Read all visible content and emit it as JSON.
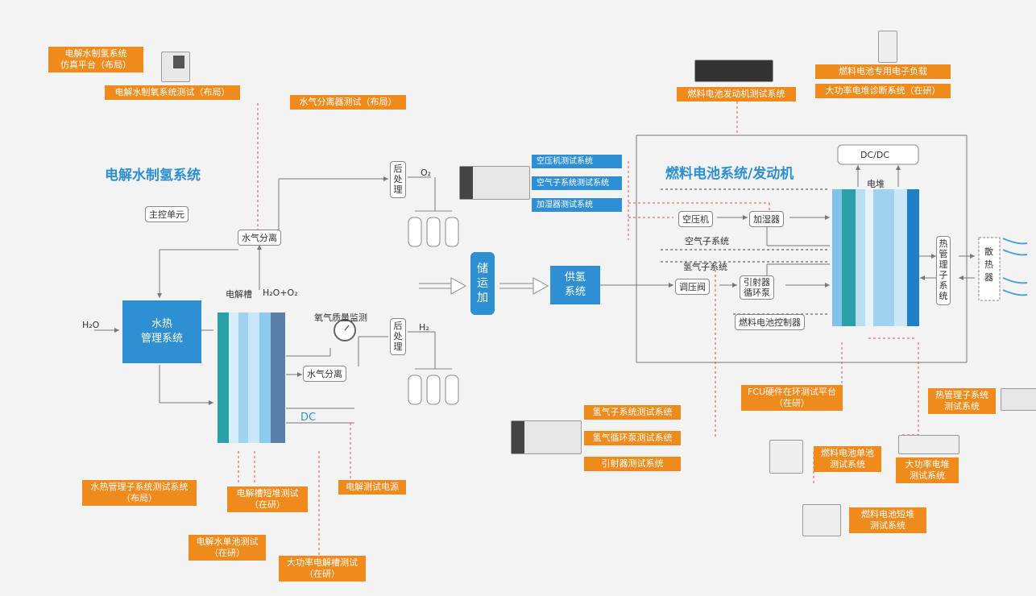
{
  "titles": {
    "electrolysis": "电解水制氢系统",
    "fuel_cell": "燃料电池系统/发动机"
  },
  "electrolysis": {
    "main_control": "主控单元",
    "water_gas_sep_top": "水气分离",
    "water_gas_sep_bottom": "水气分离",
    "electrolyzer_label": "电解槽",
    "h2o_o2": "H₂O+O₂",
    "thermal_box": "水热\n管理系统",
    "h2o_in": "H₂O",
    "post_top": "后\n处\n理",
    "post_bottom": "后\n处\n理",
    "o2": "O₂",
    "h2": "H₂",
    "o2_monitor": "氧气质量监测",
    "dc": "DC"
  },
  "storage": {
    "storage_box": "储\n运\n加",
    "supply_box": "供氢\n系统"
  },
  "fuel_cell": {
    "dcdc": "DC/DC",
    "stack": "电堆",
    "air_compressor": "空压机",
    "humidifier": "加湿器",
    "air_subsystem": "空气子系统",
    "hydrogen_subsystem": "氢气子系统",
    "pressure_valve": "调压阀",
    "ejector_pump": "引射器\n循环泵",
    "controller": "燃料电池控制器",
    "thermal_subsystem": "热\n管\n理\n子\n系\n统",
    "radiator": "散\n热\n器"
  },
  "orange_labels": {
    "sim_platform": "电解水制氢系统\n仿真平台（布局）",
    "electrolysis_test": "电解水制氧系统测试（布局）",
    "separator_test": "水气分离器测试（布局）",
    "engine_test": "燃料电池发动机测试系统",
    "electronic_load": "燃料电池专用电子负载",
    "high_power_diag": "大功率电堆诊断系统（在研）",
    "fcu_hil": "FCU硬件在环测试平台\n（在研）",
    "thermal_test_right": "热管理子系统\n测试系统",
    "hydrogen_subsys_test": "氢气子系统测试系统",
    "hydrogen_pump_test": "氢气循环泵测试系统",
    "ejector_test": "引射器测试系统",
    "single_cell_test": "燃料电池单池\n测试系统",
    "high_power_stack_test": "大功率电堆\n测试系统",
    "short_stack_test": "燃料电池短堆\n测试系统",
    "thermal_test_left": "水热管理子系统测试系统\n（布局）",
    "electrolyzer_short": "电解槽短堆测试\n（在研）",
    "electrolysis_power": "电解测试电源",
    "single_cell_electrolysis": "电解水单池测试\n（在研）",
    "high_power_electrolyzer": "大功率电解槽测试\n（在研）"
  },
  "blue_labels": {
    "air_compressor_test": "空压机测试系统",
    "air_subsystem_test": "空气子系统测试系统",
    "humidifier_test": "加湿器测试系统"
  },
  "colors": {
    "accent_blue": "#2e8fd2",
    "orange": "#ef8a1d",
    "dashed_red": "#d9534f"
  }
}
